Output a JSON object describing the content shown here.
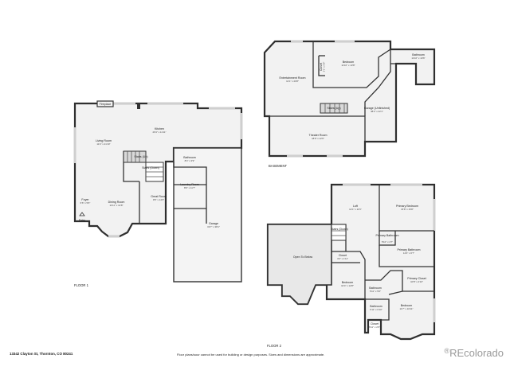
{
  "floors": {
    "floor1": "FLOOR 1",
    "basement": "BASEMENT",
    "floor2": "FLOOR 2"
  },
  "rooms": {
    "fireplace": {
      "name": "Fireplace",
      "dim": ""
    },
    "kitchen": {
      "name": "Kitchen",
      "dim": "26'4\" x 11'11\""
    },
    "living_room": {
      "name": "Living Room",
      "dim": "11'4\" x 21'10\""
    },
    "stairs_up": {
      "name": "Stairs (Up)",
      "dim": ""
    },
    "stairs_down": {
      "name": "Stairs (Down)",
      "dim": ""
    },
    "bathroom_f1": {
      "name": "Bathroom",
      "dim": "8'4\" x 3'9\""
    },
    "laundry": {
      "name": "Laundry Room",
      "dim": "8'9\" x 11'7\""
    },
    "great_room": {
      "name": "Great Room",
      "dim": "9'6\" x 14'3\""
    },
    "foyer": {
      "name": "Foyer",
      "dim": "6'6\" x 5'6\""
    },
    "dining": {
      "name": "Dining Room",
      "dim": "11'11\" x 14'8\""
    },
    "entry": {
      "name": "Entry",
      "dim": ""
    },
    "garage_f1": {
      "name": "Garage",
      "dim": "19'7\" x 38'1\""
    },
    "bedroom_b": {
      "name": "Bedroom",
      "dim": "11'10\" x 13'8\""
    },
    "closet_b": {
      "name": "Closet",
      "dim": "3'1\" x 6'8\""
    },
    "bathroom_b": {
      "name": "Bathroom",
      "dim": "11'10\" x 10'6\""
    },
    "entertainment": {
      "name": "Entertainment Room",
      "dim": "12'1\" x 20'8\""
    },
    "stairs_up_b": {
      "name": "Stairs (Up)",
      "dim": ""
    },
    "garage_unfinished": {
      "name": "Garage (Unfinished)",
      "dim": "38'2\" x 22'1\""
    },
    "theater": {
      "name": "Theater Room",
      "dim": "18'9\" x 12'6\""
    },
    "loft": {
      "name": "Loft",
      "dim": "14'1\" x 11'5\""
    },
    "primary_bedroom": {
      "name": "Primary Bedroom",
      "dim": "15'8\" x 15'8\""
    },
    "stairs_down_f2": {
      "name": "Stairs (Down)",
      "dim": ""
    },
    "primary_bath_small": {
      "name": "Primary Bathroom",
      "dim": "5'10\" x 4'7\""
    },
    "open_below": {
      "name": "Open To Below",
      "dim": ""
    },
    "closet_f2": {
      "name": "Closet",
      "dim": "4'4\" x 1'11\""
    },
    "primary_bathroom": {
      "name": "Primary Bathroom",
      "dim": "14'4\" x 6'7\""
    },
    "primary_closet": {
      "name": "Primary Closet",
      "dim": "10'8\" x 4'10\""
    },
    "bedroom_f2a": {
      "name": "Bedroom",
      "dim": "10'4\" x 12'8\""
    },
    "bathroom_f2a": {
      "name": "Bathroom",
      "dim": "5'11\" x 5'6\""
    },
    "bathroom_f2b": {
      "name": "Bathroom",
      "dim": "6'11\" x 6'10\""
    },
    "bedroom_f2b": {
      "name": "Bedroom",
      "dim": "11'7\" x 10'11\""
    },
    "closet_f2b": {
      "name": "Closet",
      "dim": "6'11\" x 2'6\""
    }
  },
  "footer": {
    "address": "13342 Clayton St, Thornton, CO 80241",
    "disclaimer": "Floor plans/sour cannot be used for building or design purposes. Sizes and dimensions are approximate.",
    "brand": "REcolorado",
    "brand_mark": "®"
  }
}
